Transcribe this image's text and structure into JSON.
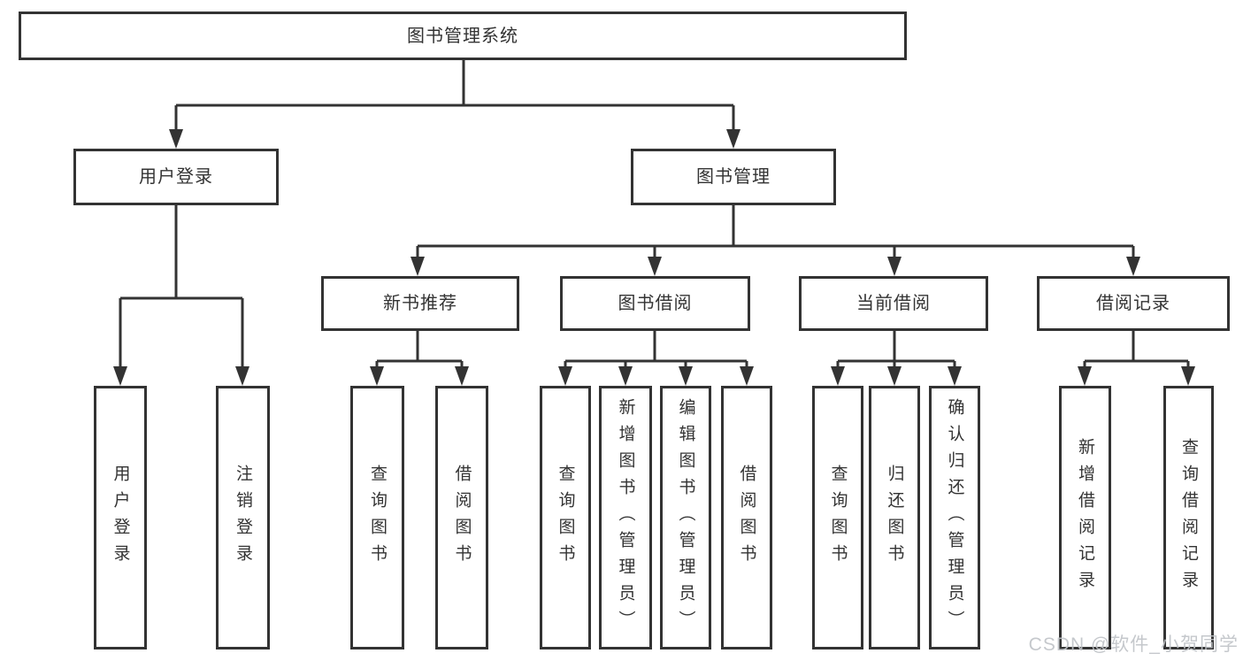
{
  "colors": {
    "line": "#333333",
    "box-border": "#333333",
    "text": "#333333",
    "background": "#ffffff",
    "watermark": "#bfc3c7"
  },
  "watermark": {
    "text": "CSDN @软件_小贺同学"
  },
  "tree": {
    "label": "图书管理系统",
    "children": [
      {
        "label": "用户登录",
        "children": [
          {
            "label": "用户登录"
          },
          {
            "label": "注销登录"
          }
        ]
      },
      {
        "label": "图书管理",
        "children": [
          {
            "label": "新书推荐",
            "children": [
              {
                "label": "查询图书"
              },
              {
                "label": "借阅图书"
              }
            ]
          },
          {
            "label": "图书借阅",
            "children": [
              {
                "label": "查询图书"
              },
              {
                "label": "新增图书（管理员）"
              },
              {
                "label": "编辑图书（管理员）"
              },
              {
                "label": "借阅图书"
              }
            ]
          },
          {
            "label": "当前借阅",
            "children": [
              {
                "label": "查询图书"
              },
              {
                "label": "归还图书"
              },
              {
                "label": "确认归还（管理员）"
              }
            ]
          },
          {
            "label": "借阅记录",
            "children": [
              {
                "label": "新增借阅记录"
              },
              {
                "label": "查询借阅记录"
              }
            ]
          }
        ]
      }
    ]
  }
}
